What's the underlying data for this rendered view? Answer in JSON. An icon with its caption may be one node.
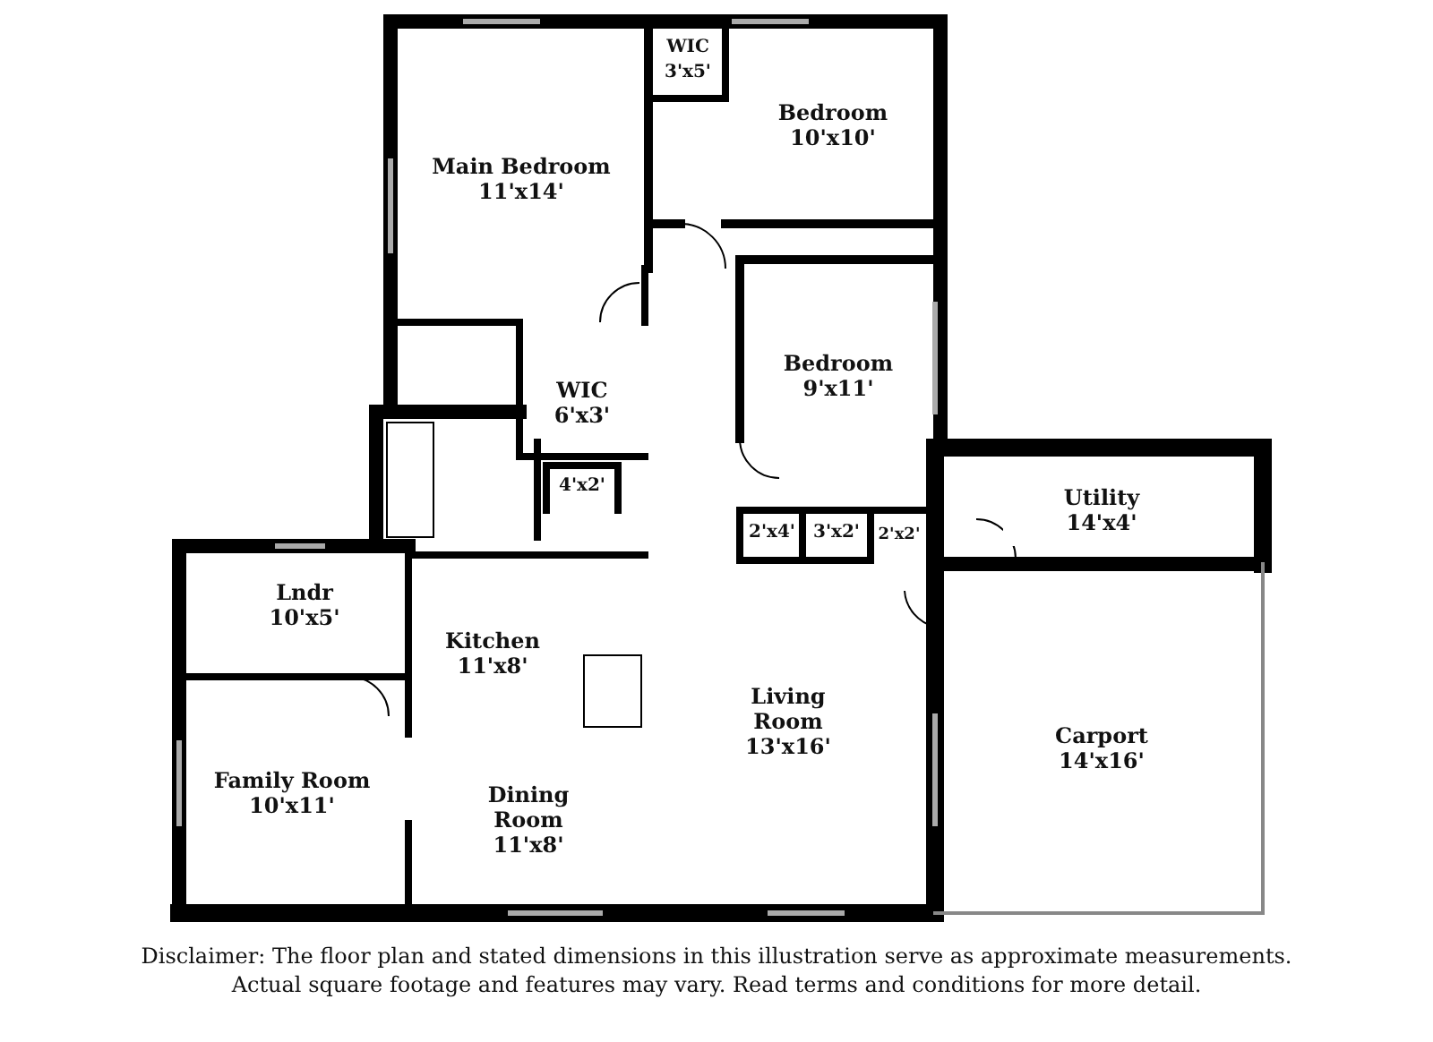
{
  "diagram": {
    "nodes": [
      {
        "text": [
          "Main Bedroom",
          "11'x14'"
        ]
      },
      {
        "text": [
          "WIC",
          "3'x5'"
        ]
      },
      {
        "text": [
          "Bedroom",
          "10'x10'"
        ]
      },
      {
        "text": [
          "Bedroom",
          "9'x11'"
        ]
      },
      {
        "text": [
          "WIC",
          "6'x3'"
        ]
      },
      {
        "text": [
          "4'x2'"
        ]
      },
      {
        "text": [
          "Utility",
          "14'x4'"
        ]
      },
      {
        "text": [
          "2'x4'"
        ]
      },
      {
        "text": [
          "3'x2'"
        ]
      },
      {
        "text": [
          "2'x2'"
        ]
      },
      {
        "text": [
          "Lndr",
          "10'x5'"
        ]
      },
      {
        "text": [
          "Kitchen",
          "11'x8'"
        ]
      },
      {
        "text": [
          "Living Room",
          "13'x16'"
        ]
      },
      {
        "text": [
          "Carport",
          "14'x16'"
        ]
      },
      {
        "text": [
          "Family Room",
          "10'x11'"
        ]
      },
      {
        "text": [
          "Dining Room",
          "11'x8'"
        ]
      }
    ],
    "labels": [
      "Disclaimer: The floor plan and stated dimensions in this illustration serve as approximate measurements. Actual square footage and features may vary. Read terms and conditions for more detail."
    ]
  }
}
